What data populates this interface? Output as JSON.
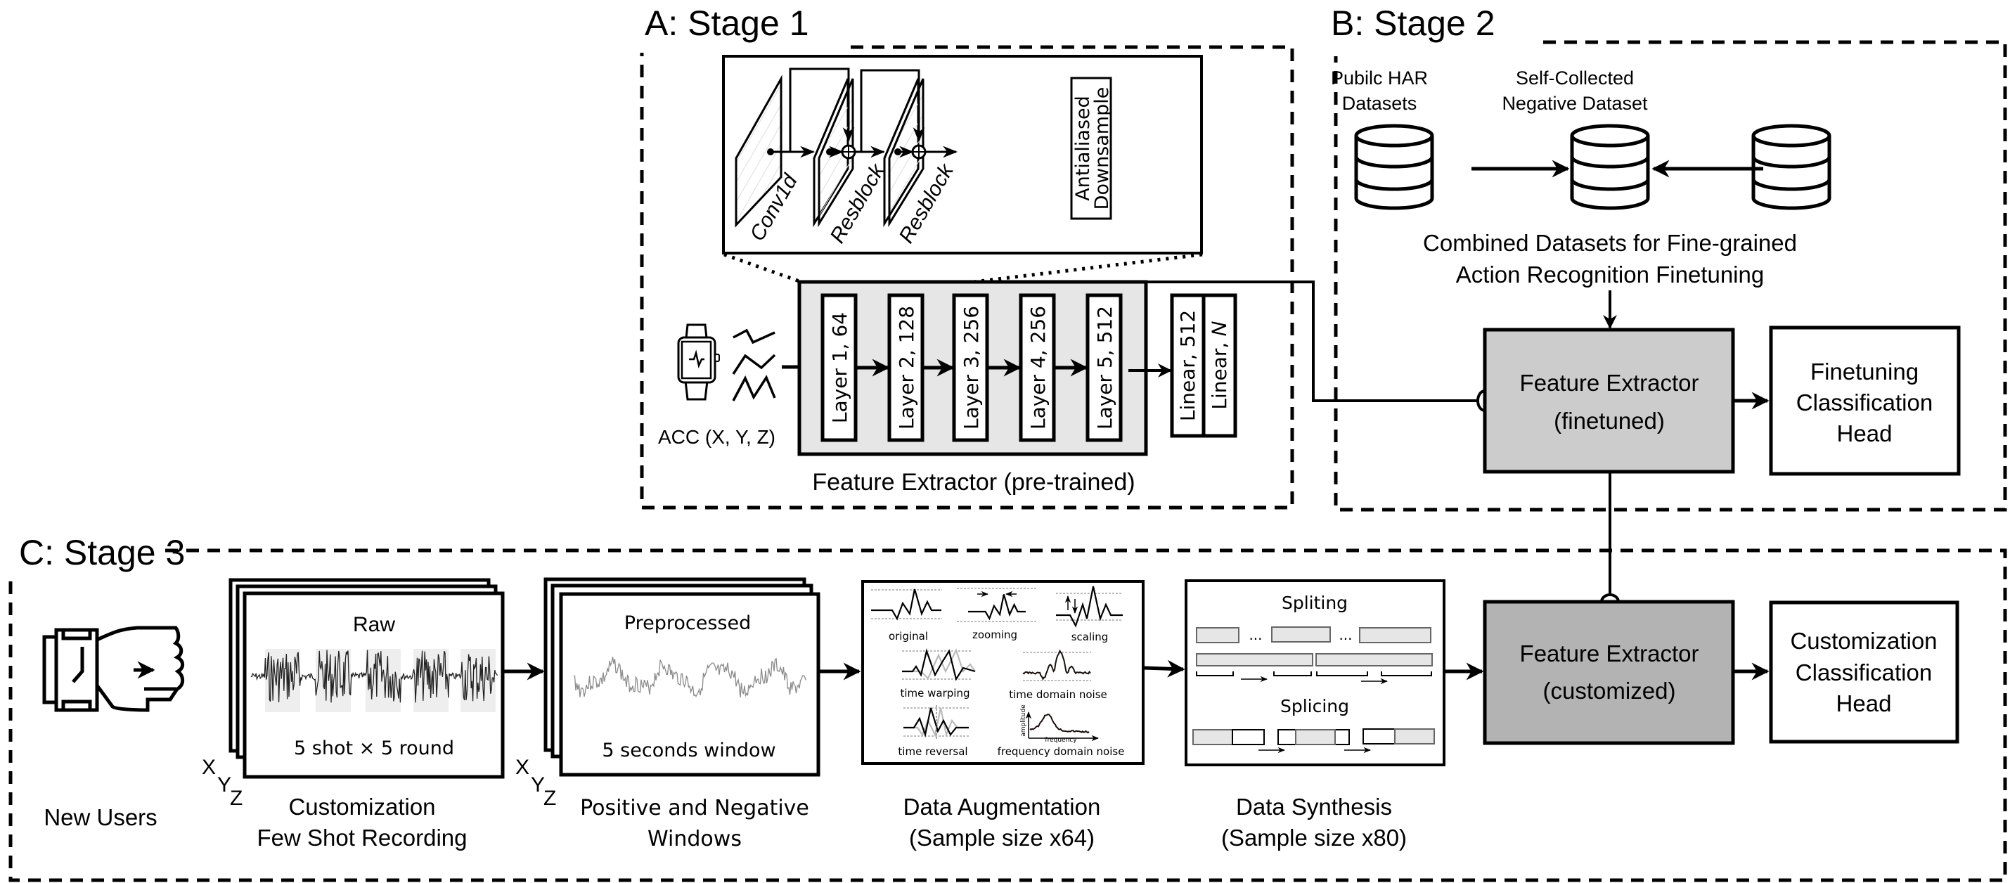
{
  "colors": {
    "ink": "#000000",
    "pretrained_fill": "#e6e6e6",
    "finetuned_fill": "#cccccc",
    "customized_fill": "#b3b3b3",
    "shade": "#eeeeee",
    "signal_grey": "#888888",
    "augment_grey": "#bbbbbb"
  },
  "stage_a": {
    "title": "A: Stage 1",
    "inset": {
      "conv": "Conv1d",
      "resblock1": "Resblock",
      "resblock2": "Resblock",
      "downsample_line1": "Antialiased",
      "downsample_line2": "Downsample"
    },
    "input_label": "ACC (X, Y, Z)",
    "layers": [
      "Layer 1, 64",
      "Layer 2, 128",
      "Layer 3, 256",
      "Layer 4, 256",
      "Layer 5, 512"
    ],
    "linear": [
      "Linear, 512",
      "Linear, 𝑁"
    ],
    "caption": "Feature Extractor (pre-trained)"
  },
  "stage_b": {
    "title": "B: Stage 2",
    "public_line1": "Pubilc HAR",
    "public_line2": "Datasets",
    "negative_line1": "Self-Collected",
    "negative_line2": "Negative Dataset",
    "combined_line1": "Combined Datasets for Fine-grained",
    "combined_line2": "Action Recognition Finetuning",
    "fe_line1": "Feature Extractor",
    "fe_line2": "(finetuned)",
    "head_line1": "Finetuning",
    "head_line2": "Classification",
    "head_line3": "Head"
  },
  "stage_c": {
    "title": "C: Stage 3",
    "new_users": "New Users",
    "axes": [
      "X",
      "Y",
      "Z"
    ],
    "raw": {
      "title": "Raw",
      "subtitle": "5 shot × 5 round",
      "caption1": "Customization",
      "caption2": "Few Shot Recording"
    },
    "pre": {
      "title": "Preprocessed",
      "subtitle": "5 seconds window",
      "caption1": "Positive and Negative",
      "caption2": "Windows"
    },
    "aug": {
      "items": [
        "original",
        "zooming",
        "scaling",
        "time warping",
        "time domain noise",
        "time reversal",
        "frequency domain noise"
      ],
      "amplitude": "amplitude",
      "frequency": "frequency",
      "caption1": "Data Augmentation",
      "caption2": "(Sample size x64)"
    },
    "syn": {
      "spliting": "Spliting",
      "splicing": "Splicing",
      "ellipsis": "...",
      "caption1": "Data Synthesis",
      "caption2": "(Sample size x80)"
    },
    "fe_line1": "Feature Extractor",
    "fe_line2": "(customized)",
    "head_line1": "Customization",
    "head_line2": "Classification",
    "head_line3": "Head"
  }
}
